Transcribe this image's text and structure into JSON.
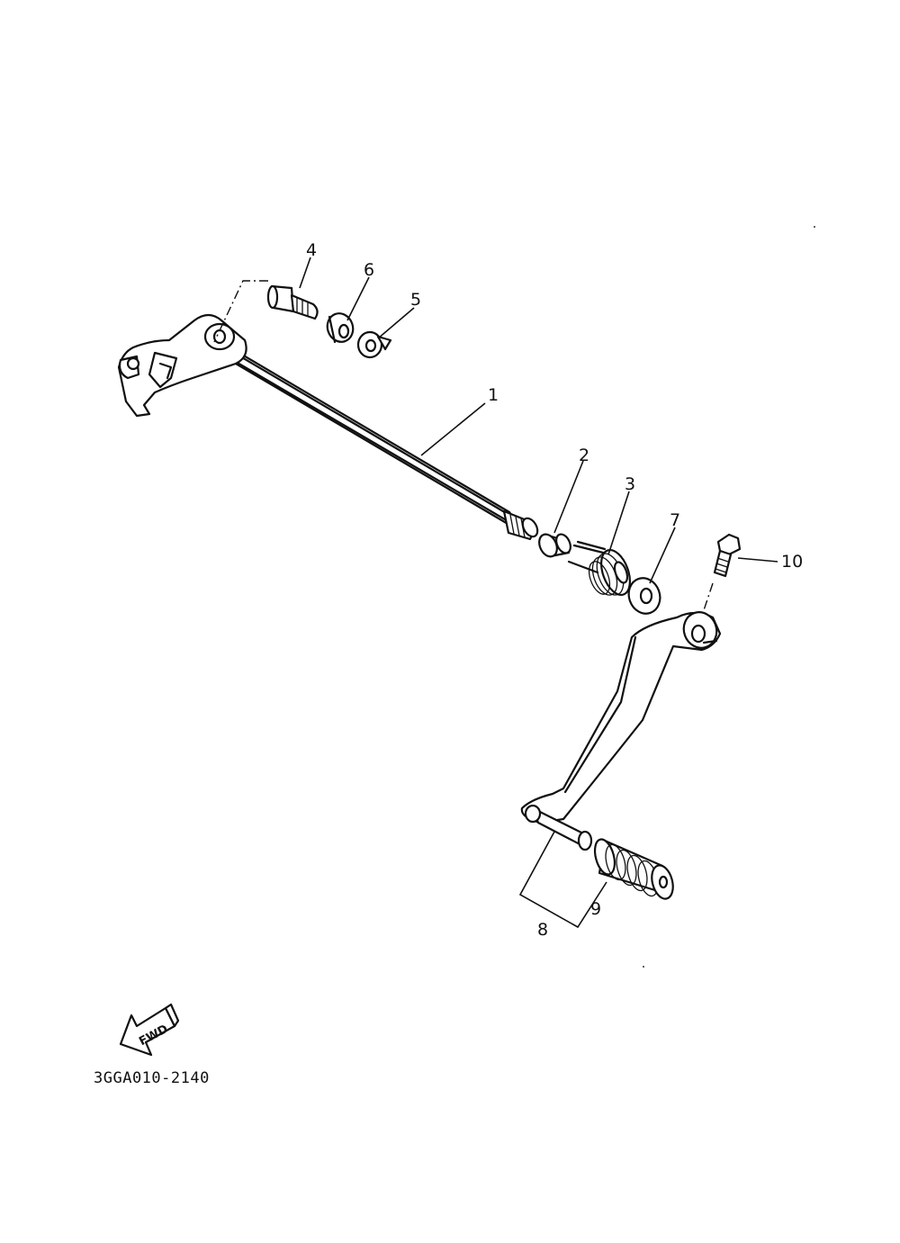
{
  "diagram": {
    "labels": {
      "p1": "1",
      "p2": "2",
      "p3": "3",
      "p4": "4",
      "p5": "5",
      "p6": "6",
      "p7": "7",
      "p8": "8",
      "p9": "9",
      "p10": "10"
    },
    "fwd_label": "FWD",
    "drawing_code": "3GGA010-2140"
  }
}
